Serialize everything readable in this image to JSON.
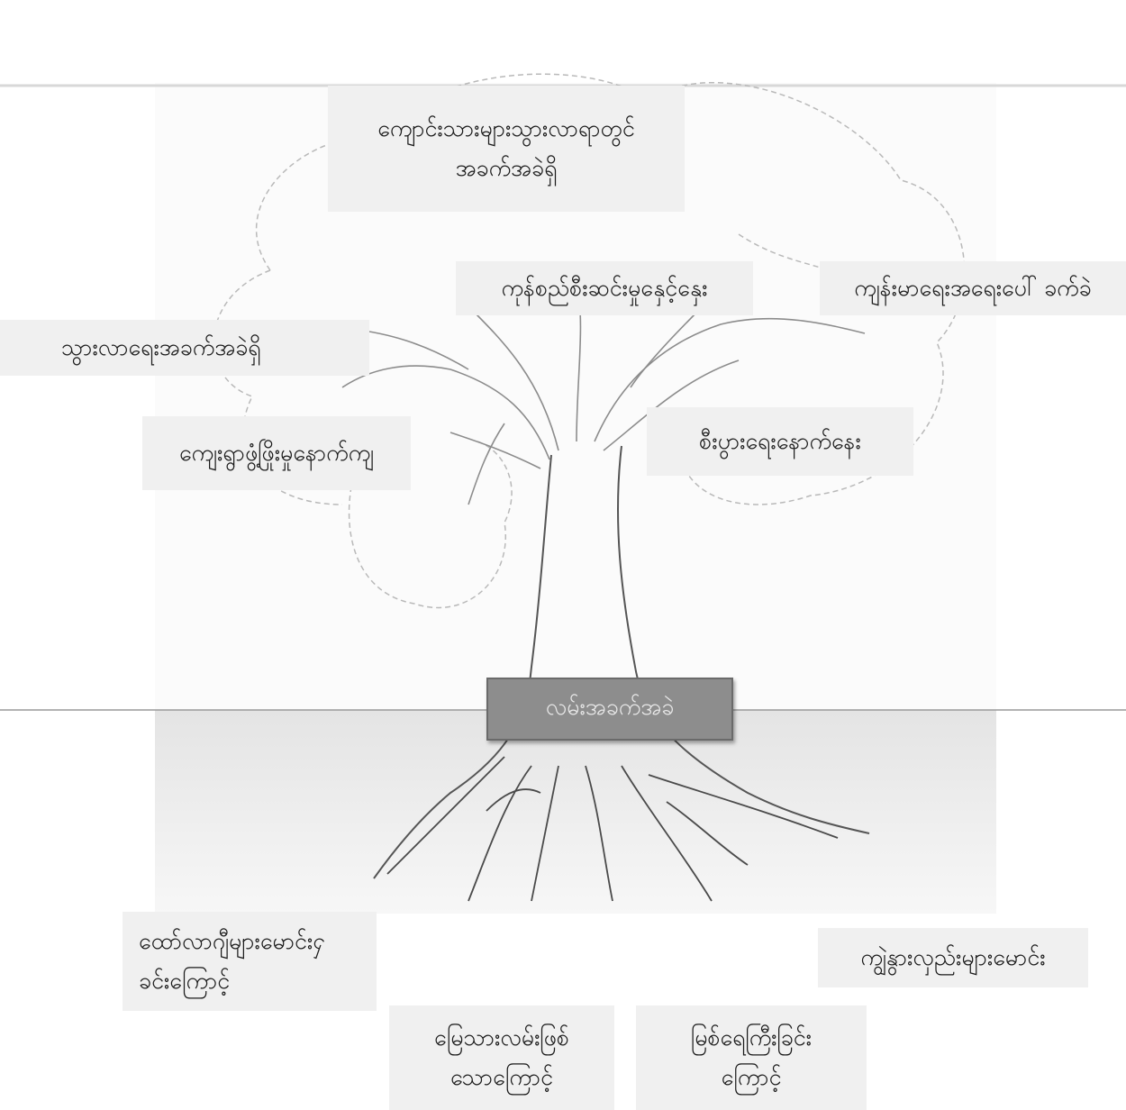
{
  "diagram": {
    "center": "လမ်းအခက်အခဲ",
    "branches": [
      {
        "lines": [
          "ကျောင်းသားများသွားလာရာတွင်",
          "အခက်အခဲရှိ"
        ]
      },
      {
        "lines": [
          "ကုန်စည်စီးဆင်းမှုနှေင့်နှေး"
        ]
      },
      {
        "lines": [
          "ကျန်းမာရေးအရေးပေါ် ခက်ခဲ"
        ]
      },
      {
        "lines": [
          "သွားလာရေးအခက်အခဲရှိ"
        ]
      },
      {
        "lines": [
          "ကျေးရွာဖွံ့ဖြိုးမှုနောက်ကျ"
        ]
      },
      {
        "lines": [
          "စီးပွားရေးနောက်နေး"
        ]
      }
    ],
    "roots": [
      {
        "lines": [
          "ထော်လာဂျီများမောင်းႁ",
          "ခင်းကြောင့်"
        ]
      },
      {
        "lines": [
          "ကျွဲနွားလှည်းများမောင်း"
        ]
      },
      {
        "lines": [
          "မြေသားလမ်းဖြစ်",
          "သောကြောင့်"
        ]
      },
      {
        "lines": [
          "မြစ်ရေကြီးခြင်း",
          "ကြောင့်"
        ]
      }
    ]
  }
}
